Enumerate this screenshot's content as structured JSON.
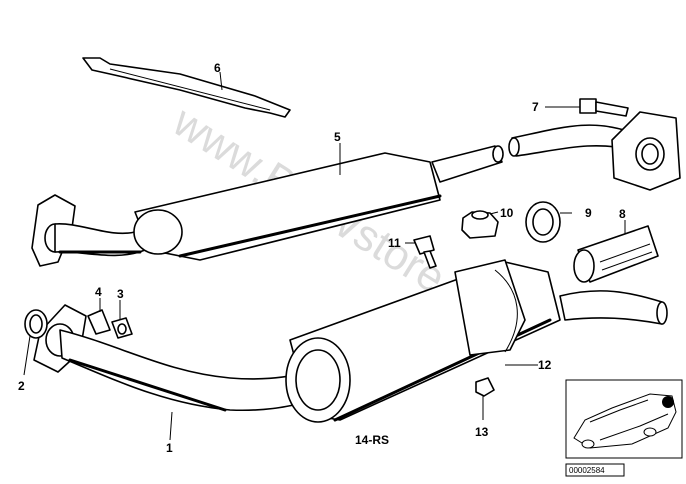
{
  "diagram": {
    "labels": {
      "p1": "1",
      "p2": "2",
      "p3": "3",
      "p4": "4",
      "p5": "5",
      "p6": "6",
      "p7": "7",
      "p8": "8",
      "p9": "9",
      "p10": "10",
      "p11": "11",
      "p12": "12",
      "p13": "13"
    },
    "caption": "14-RS",
    "reference_code": "00002584",
    "watermark": "www.BMWstore.pl"
  }
}
